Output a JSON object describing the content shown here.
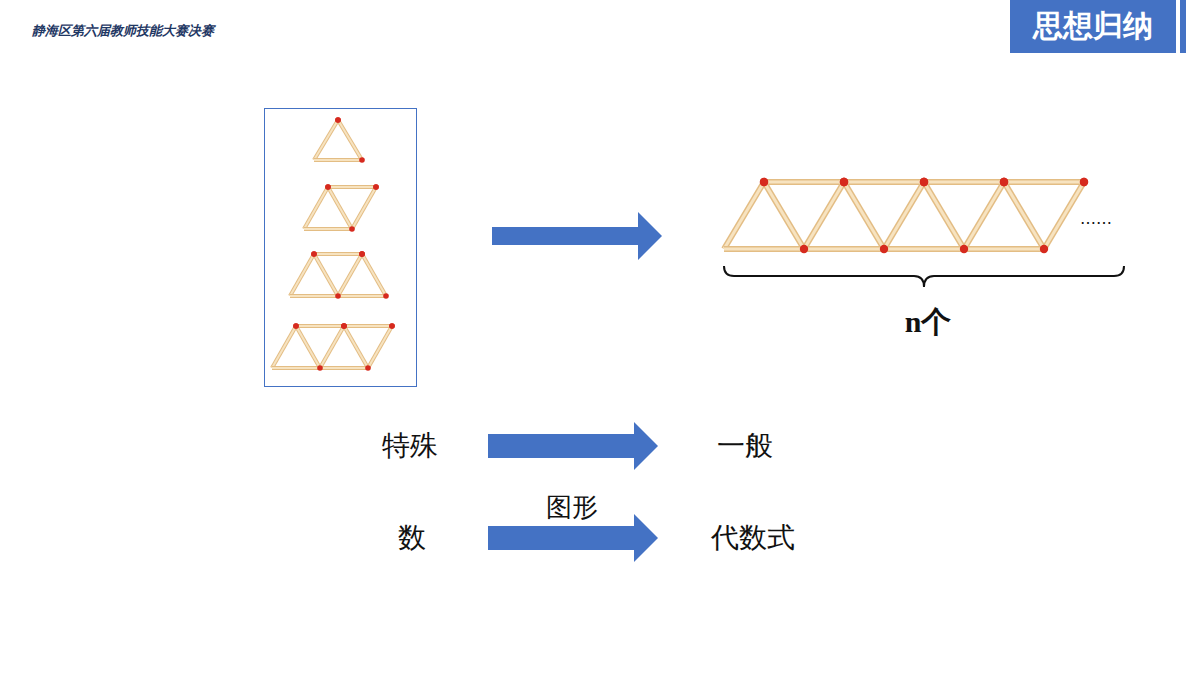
{
  "diagram": {
    "nodes": [
      {
        "text": [
          "思想归纳"
        ]
      }
    ],
    "labels": [
      "静海区第六届教师技能大赛决赛",
      "……",
      "n个",
      "特殊",
      "一般",
      "图形",
      "数",
      "代数式"
    ]
  }
}
